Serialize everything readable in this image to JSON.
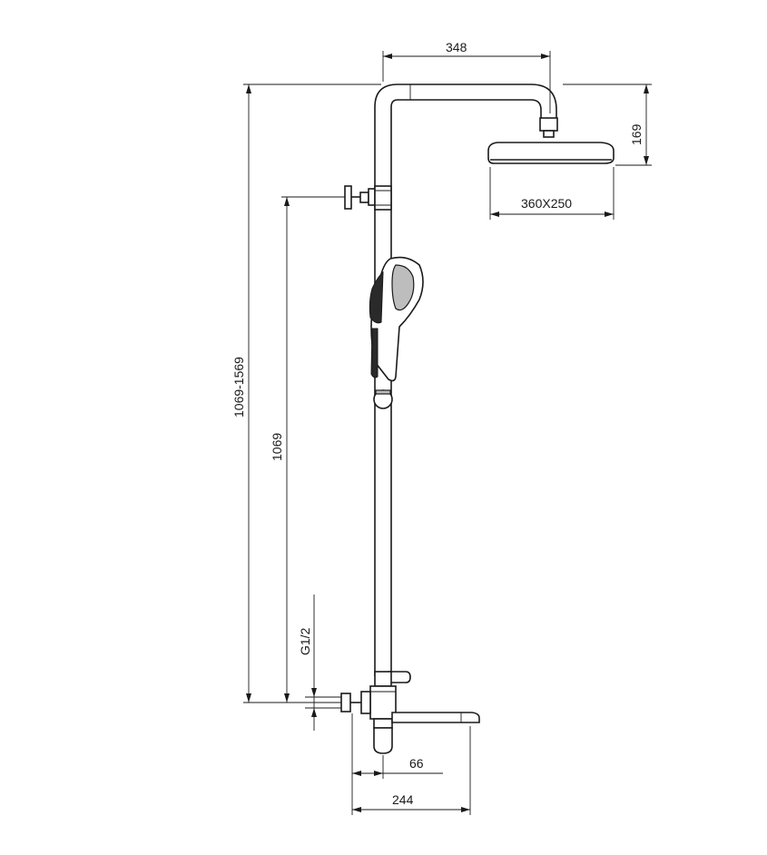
{
  "dimensions": {
    "arm_reach": "348",
    "head_height": "169",
    "head_size": "360X250",
    "total_height_range": "1069-1569",
    "mixer_height": "1069",
    "inlet_thread": "G1/2",
    "spout_offset": "66",
    "spout_length": "244"
  }
}
